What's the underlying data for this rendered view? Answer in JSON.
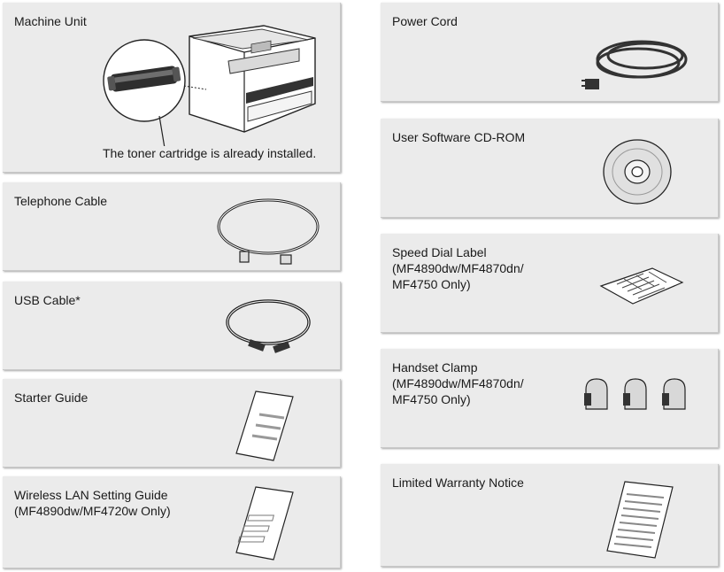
{
  "items": [
    {
      "id": "machine-unit",
      "label": "Machine Unit",
      "note": "The toner cartridge is already installed."
    },
    {
      "id": "telephone-cable",
      "label": "Telephone Cable"
    },
    {
      "id": "usb-cable",
      "label": "USB Cable*"
    },
    {
      "id": "starter-guide",
      "label": "Starter Guide"
    },
    {
      "id": "wireless-guide",
      "label": "Wireless LAN Setting Guide\n(MF4890dw/MF4720w Only)"
    },
    {
      "id": "power-cord",
      "label": "Power Cord"
    },
    {
      "id": "cd-rom",
      "label": "User Software CD-ROM"
    },
    {
      "id": "speed-dial",
      "label": "Speed Dial Label\n(MF4890dw/MF4870dn/\nMF4750 Only)"
    },
    {
      "id": "handset-clamp",
      "label": "Handset Clamp\n(MF4890dw/MF4870dn/\nMF4750 Only)"
    },
    {
      "id": "warranty",
      "label": "Limited Warranty Notice"
    }
  ]
}
